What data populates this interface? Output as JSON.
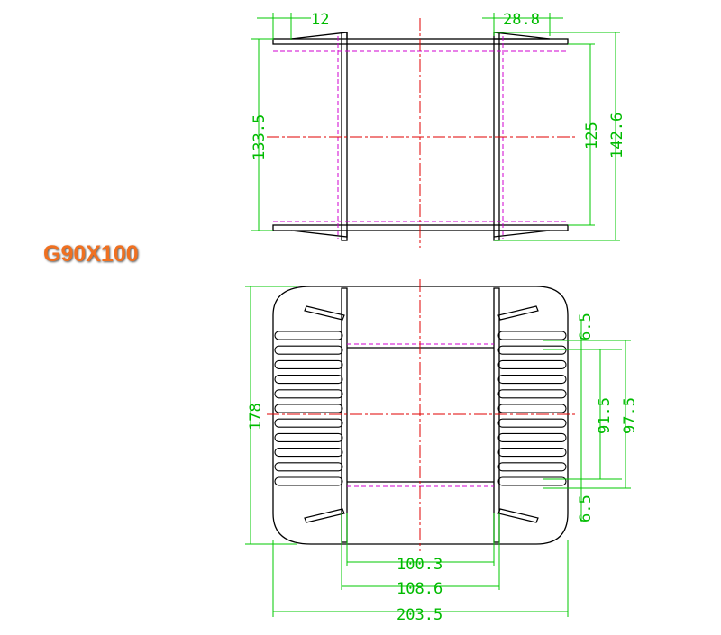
{
  "title": "G90X100",
  "dimensions": {
    "top_flange_offset": "12",
    "top_flange_width": "28.8",
    "overall_height_left": "133.5",
    "inner_height": "125",
    "overall_height_right": "142.6",
    "total_height_bottom": "178",
    "edge_top": "6.5",
    "edge_bottom": "6.5",
    "window_a": "91.5",
    "window_b": "97.5",
    "inner_width": "100.3",
    "outer_width": "108.6",
    "total_width": "203.5"
  },
  "colors": {
    "outline": "#000000",
    "dimension": "#00c800",
    "centerline": "#e00000",
    "hidden": "#d000d0",
    "title": "#f07020"
  }
}
